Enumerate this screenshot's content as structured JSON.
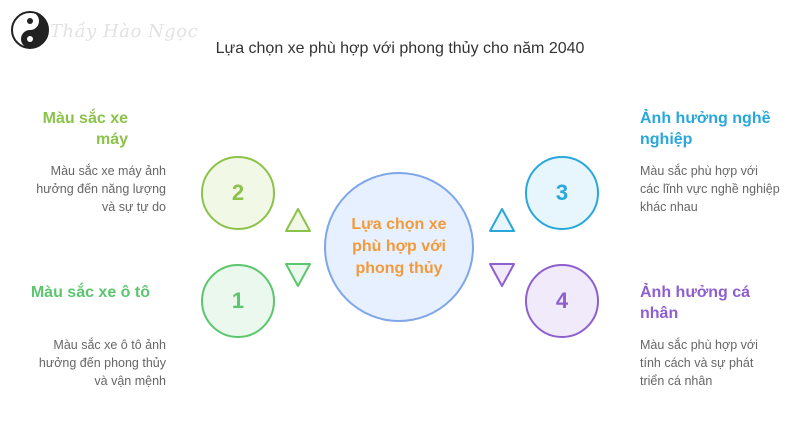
{
  "watermark": {
    "text": "Thầy Hào Ngọc"
  },
  "title": "Lựa chọn xe phù hợp với phong thủy cho năm 2040",
  "center": {
    "label": "Lựa chọn xe phù hợp với phong thủy"
  },
  "nodes": [
    {
      "number": "2",
      "heading": "Màu sắc xe máy",
      "description": "Màu sắc xe máy ảnh hưởng đến năng lượng và sự tự do",
      "color": "#8bc34a",
      "fill": "#f1f8e6"
    },
    {
      "number": "1",
      "heading": "Màu sắc xe ô tô",
      "description": "Màu sắc xe ô tô ảnh hưởng đến phong thủy và vận mệnh",
      "color": "#5cc66e",
      "fill": "#ebf8ed"
    },
    {
      "number": "3",
      "heading": "Ảnh hưởng nghề nghiệp",
      "description": "Màu sắc phù hợp với các lĩnh vực nghề nghiệp khác nhau",
      "color": "#2aa7da",
      "fill": "#e6f6fc"
    },
    {
      "number": "4",
      "heading": "Ảnh hưởng cá nhân",
      "description": "Màu sắc phù hợp với tính cách và sự phát triển cá nhân",
      "color": "#8e5fcf",
      "fill": "#f1eafa"
    }
  ],
  "colors": {
    "center_text": "#f39a3b",
    "center_border": "#7ea6e8",
    "center_fill": "#e6f0fe"
  }
}
